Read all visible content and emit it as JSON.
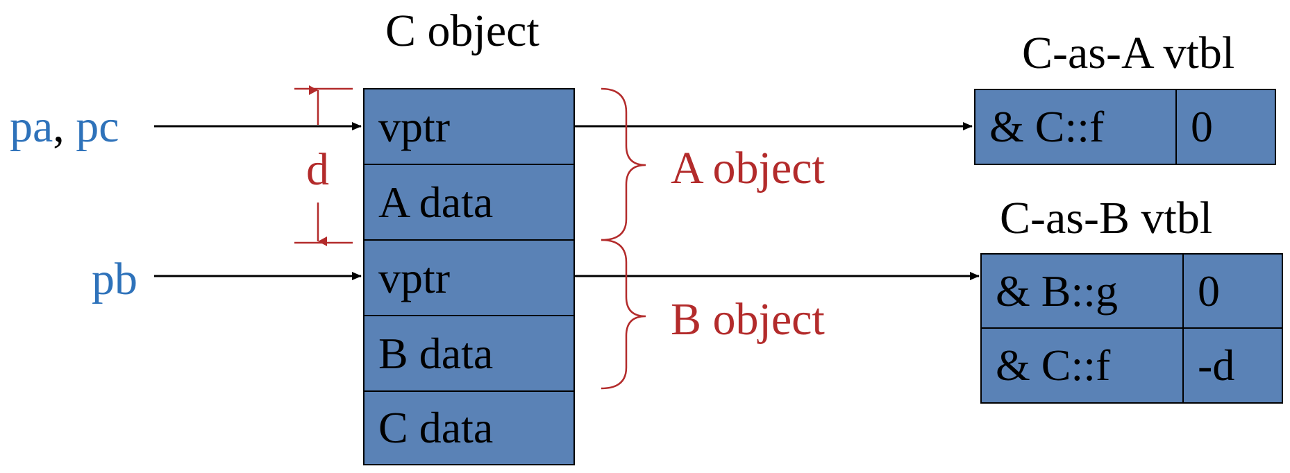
{
  "colors": {
    "box_fill": "#5a82b6",
    "pointer_text": "#2e72ba",
    "annotation": "#b32b2b",
    "line": "#000000"
  },
  "c_object": {
    "title": "C object",
    "cells": [
      "vptr",
      "A data",
      "vptr",
      "B data",
      "C data"
    ]
  },
  "pointers": {
    "pa": "pa",
    "comma": ",",
    "pc": "pc",
    "pb": "pb"
  },
  "offset_label": "d",
  "groups": {
    "a_object": "A object",
    "b_object": "B object"
  },
  "vtbl_a": {
    "title": "C-as-A vtbl",
    "rows": [
      {
        "entry": "& C::f",
        "offset": "0"
      }
    ]
  },
  "vtbl_b": {
    "title": "C-as-B vtbl",
    "rows": [
      {
        "entry": "& B::g",
        "offset": "0"
      },
      {
        "entry": "& C::f",
        "offset": "-d"
      }
    ]
  }
}
